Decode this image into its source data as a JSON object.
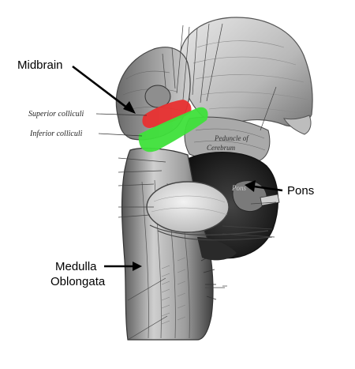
{
  "labels": {
    "midbrain": "Midbrain",
    "superior_colliculi": "Superior colliculi",
    "inferior_colliculi": "Inferior colliculi",
    "peduncle": "Peduncle of",
    "cerebrum": "Cerebrum",
    "pons_engraved": "Pons",
    "pons": "Pons",
    "medulla": "Medulla",
    "oblongata": "Oblongata"
  },
  "colors": {
    "superior_colliculi": "#e83030",
    "inferior_colliculi": "#3ee03a",
    "tissue_light": "#d9d9d9",
    "tissue_mid": "#9a9a9a",
    "tissue_dark": "#3a3a3a"
  }
}
